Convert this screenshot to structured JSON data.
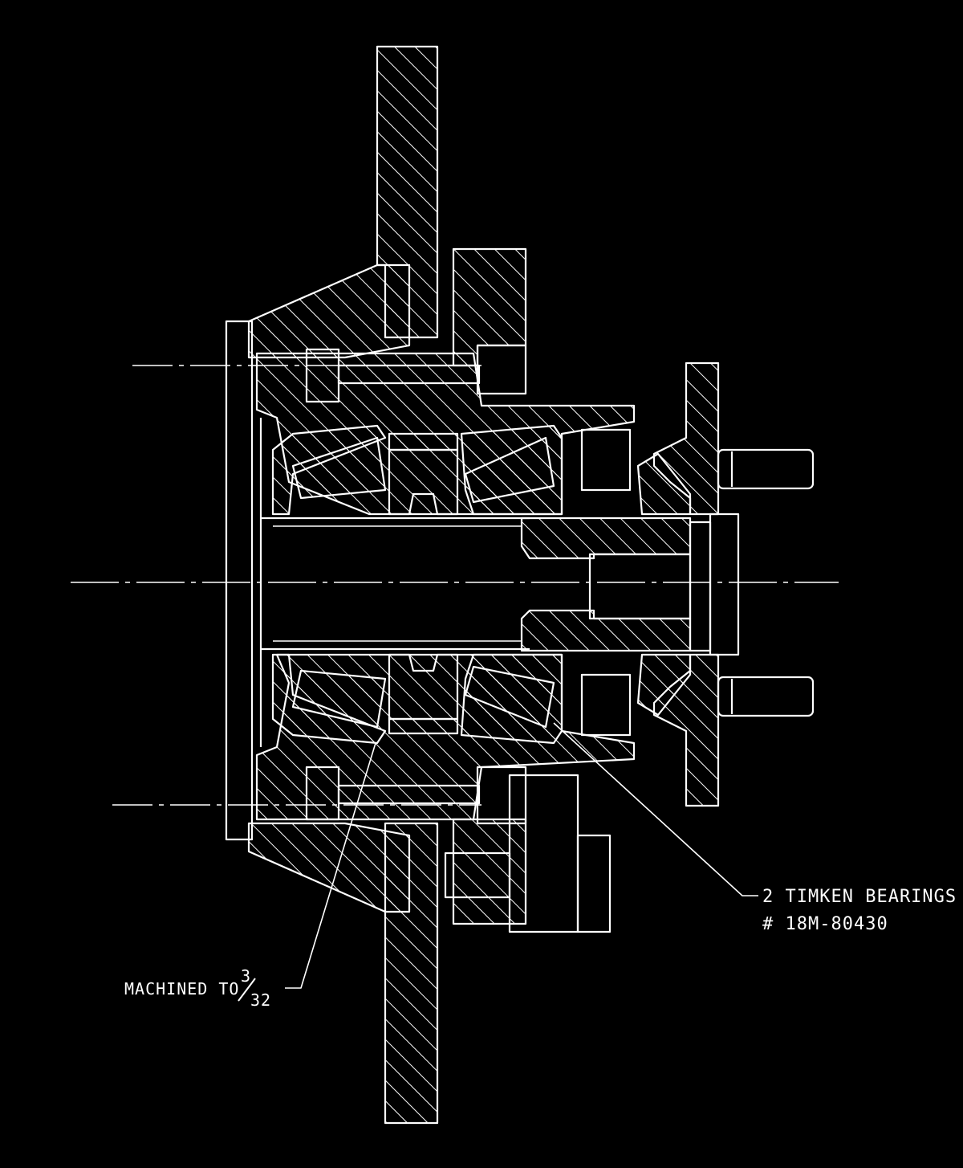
{
  "drawing": {
    "background": "#000000",
    "line_color": "#ffffff",
    "annotation_bearings_line1": "2 TIMKEN BEARINGS",
    "annotation_bearings_line2": "# 18M-80430",
    "annotation_machined": "MACHINED TO",
    "fraction_numerator": "3",
    "fraction_denominator": "32"
  }
}
